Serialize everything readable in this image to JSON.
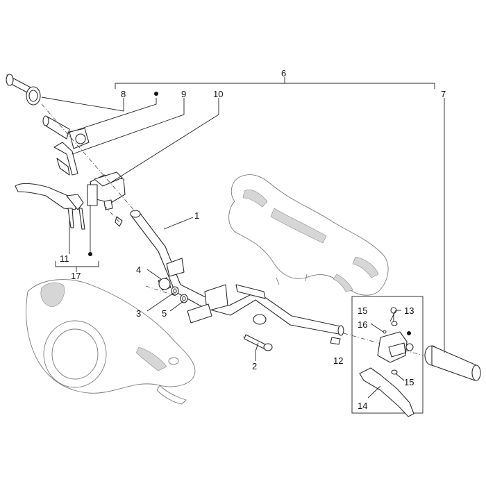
{
  "callouts": [
    {
      "id": "1",
      "label": "1"
    },
    {
      "id": "2",
      "label": "2"
    },
    {
      "id": "3",
      "label": "3"
    },
    {
      "id": "4",
      "label": "4"
    },
    {
      "id": "5",
      "label": "5"
    },
    {
      "id": "6",
      "label": "6"
    },
    {
      "id": "7",
      "label": "7"
    },
    {
      "id": "8",
      "label": "8"
    },
    {
      "id": "9",
      "label": "9"
    },
    {
      "id": "10",
      "label": "10"
    },
    {
      "id": "11",
      "label": "11"
    },
    {
      "id": "12",
      "label": "12"
    },
    {
      "id": "13",
      "label": "13"
    },
    {
      "id": "14",
      "label": "14"
    },
    {
      "id": "15a",
      "label": "15"
    },
    {
      "id": "15b",
      "label": "15"
    },
    {
      "id": "16",
      "label": "16"
    },
    {
      "id": "17",
      "label": "17"
    }
  ]
}
